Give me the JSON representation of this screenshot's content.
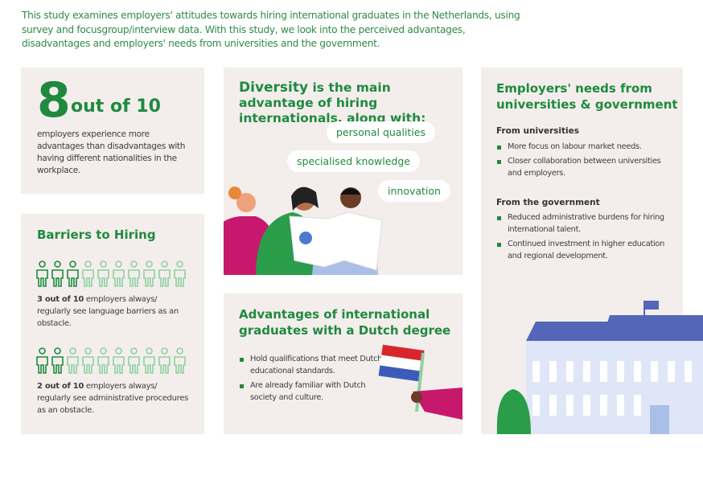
{
  "intro": "This study examines employers' attitudes towards hiring international graduates in the Netherlands, using survey and focusgroup/interview data. With this study, we look into the perceived advantages, disadvantages and employers' needs from universities and the government.",
  "stat": {
    "number": "8",
    "suffix": "out of 10",
    "text": "employers experience more advantages than disadvantages with having different nationalities in the workplace."
  },
  "barriers": {
    "title": "Barriers to Hiring",
    "items": [
      {
        "filled": 3,
        "total": 10,
        "bold": "3 out of 10",
        "text": " employers always/ regularly see language barriers as an obstacle."
      },
      {
        "filled": 2,
        "total": 10,
        "bold": "2 out of 10",
        "text": " employers always/ regularly see administrative procedures as an obstacle."
      }
    ]
  },
  "diversity": {
    "title_bold": "Diversity",
    "title_rest": " is the main advantage of hiring internationals, along with:",
    "pills": [
      "personal qualities",
      "specialised knowledge",
      "innovation"
    ]
  },
  "advantages": {
    "title": "Advantages of international graduates with a Dutch degree",
    "items": [
      "Hold qualifications that meet Dutch educational standards.",
      "Are already familiar with Dutch society and culture."
    ]
  },
  "needs": {
    "title": "Employers' needs from universities & government",
    "universities": {
      "heading": "From universities",
      "items": [
        "More focus on labour market needs.",
        "Closer collaboration between universities and employers."
      ]
    },
    "government": {
      "heading": "From the government",
      "items": [
        "Reduced administrative burdens for hiring international talent.",
        "Continued investment in higher education and regional development."
      ]
    }
  },
  "colors": {
    "green": "#1f8a3f",
    "light_green": "#8fd0a0",
    "card": "#f3eeec",
    "magenta": "#c8186e",
    "building": "#dfe6f7",
    "roof": "#5466b8"
  }
}
